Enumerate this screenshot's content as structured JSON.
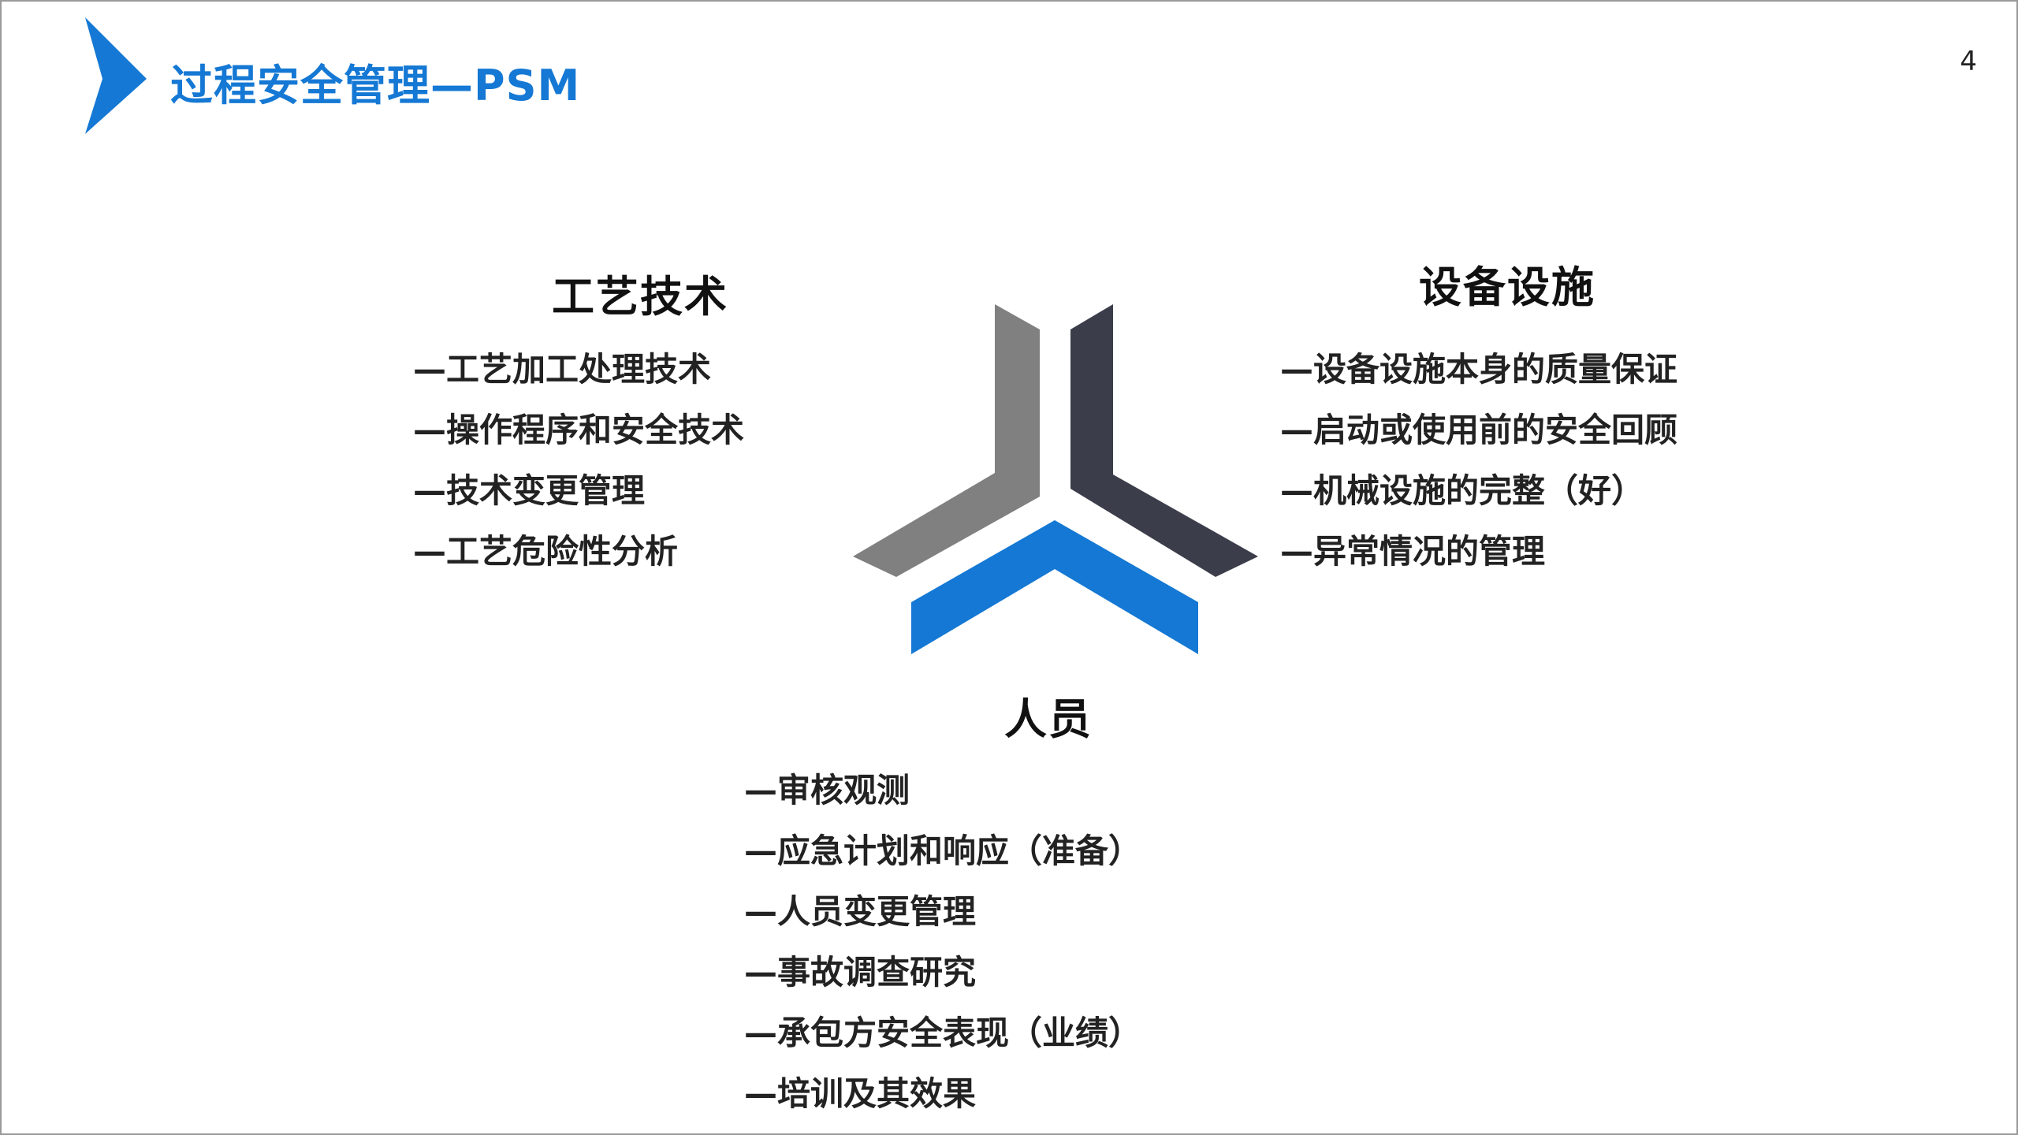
{
  "header": {
    "title": "过程安全管理—PSM",
    "page_number": "4",
    "accent_color": "#1478d4"
  },
  "graphic": {
    "icon": "three-chevron-star-icon",
    "colors": {
      "left": "#808080",
      "right": "#3b3d4a",
      "bottom": "#1478d4"
    }
  },
  "groups": {
    "technology": {
      "heading": "工艺技术",
      "items": [
        "工艺加工处理技术",
        "操作程序和安全技术",
        "技术变更管理",
        "工艺危险性分析"
      ]
    },
    "equipment": {
      "heading": "设备设施",
      "items": [
        "设备设施本身的质量保证",
        "启动或使用前的安全回顾",
        "机械设施的完整（好）",
        "异常情况的管理"
      ]
    },
    "people": {
      "heading": "人员",
      "items": [
        "审核观测",
        "应急计划和响应（准备）",
        "人员变更管理",
        "事故调查研究",
        "承包方安全表现（业绩）",
        "培训及其效果"
      ]
    }
  }
}
